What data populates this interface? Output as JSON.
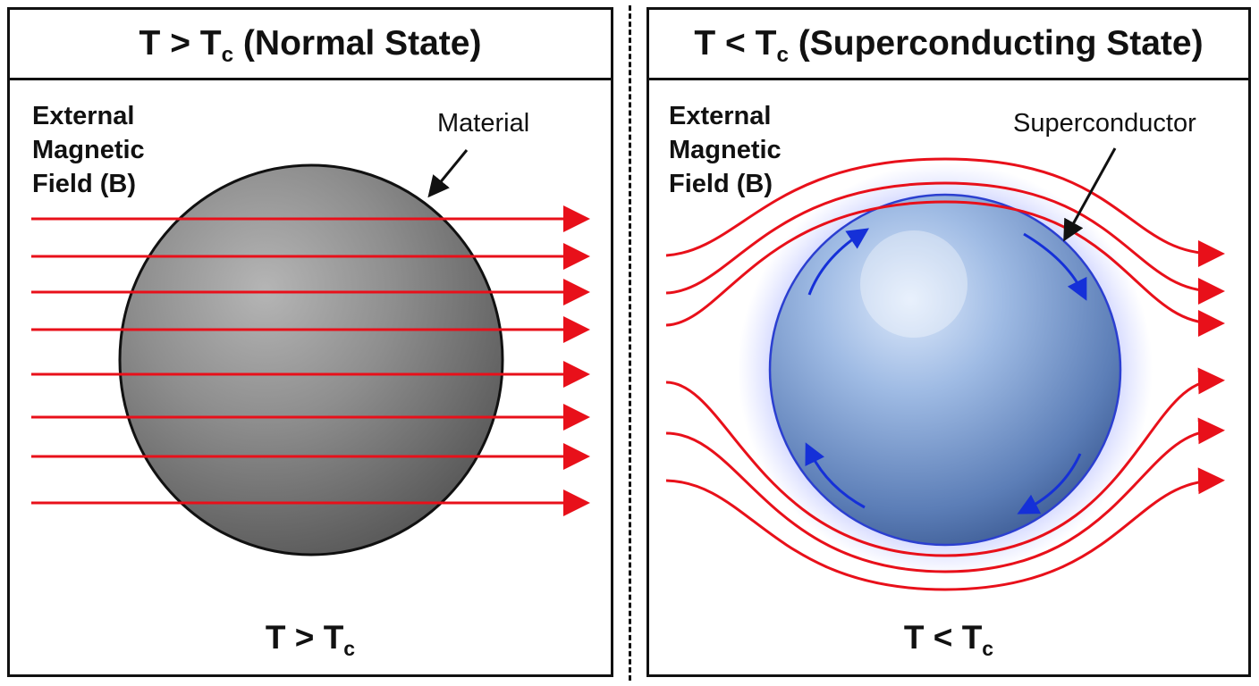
{
  "left_panel": {
    "header": {
      "main": "T > T",
      "sub": "c",
      "suffix": " (Normal State)"
    },
    "field_label": [
      "External",
      "Magnetic",
      "Field (B)"
    ],
    "material_label": "Material",
    "footer": {
      "main": "T > T",
      "sub": "c"
    }
  },
  "right_panel": {
    "header": {
      "main": "T < T",
      "sub": "c",
      "suffix": " (Superconducting State)"
    },
    "field_label": [
      "External",
      "Magnetic",
      "Field (B)"
    ],
    "material_label": "Superconductor",
    "footer": {
      "main": "T < T",
      "sub": "c"
    }
  },
  "colors": {
    "field_line": "#e8101a",
    "current_arrow": "#1530d8",
    "outline": "#111111"
  },
  "icons": [
    "arrow-right-icon",
    "curved-arrow-icon"
  ]
}
